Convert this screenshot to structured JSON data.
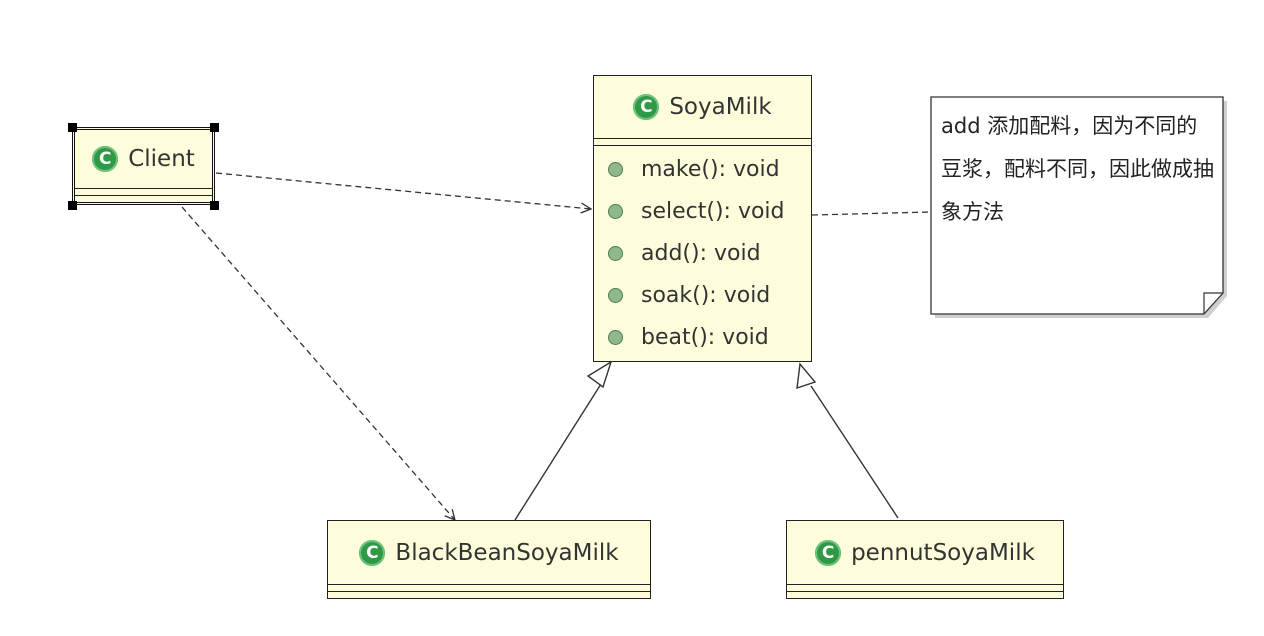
{
  "classes": {
    "client": {
      "name": "Client"
    },
    "soyamilk": {
      "name": "SoyaMilk",
      "methods": [
        "make(): void",
        "select(): void",
        "add(): void",
        "soak(): void",
        "beat(): void"
      ]
    },
    "blackbean": {
      "name": "BlackBeanSoyaMilk"
    },
    "peanut": {
      "name": "pennutSoyaMilk"
    }
  },
  "note": {
    "text": "add 添加配料，因为不同的豆浆，配料不同，因此做成抽象方法"
  },
  "icons": {
    "class_icon_glyph": "C",
    "class_icon_color": "#2f9a46",
    "method_dot_color": "#8fb88f"
  },
  "colors": {
    "class_fill": "#fdfddb",
    "border": "#222222"
  }
}
